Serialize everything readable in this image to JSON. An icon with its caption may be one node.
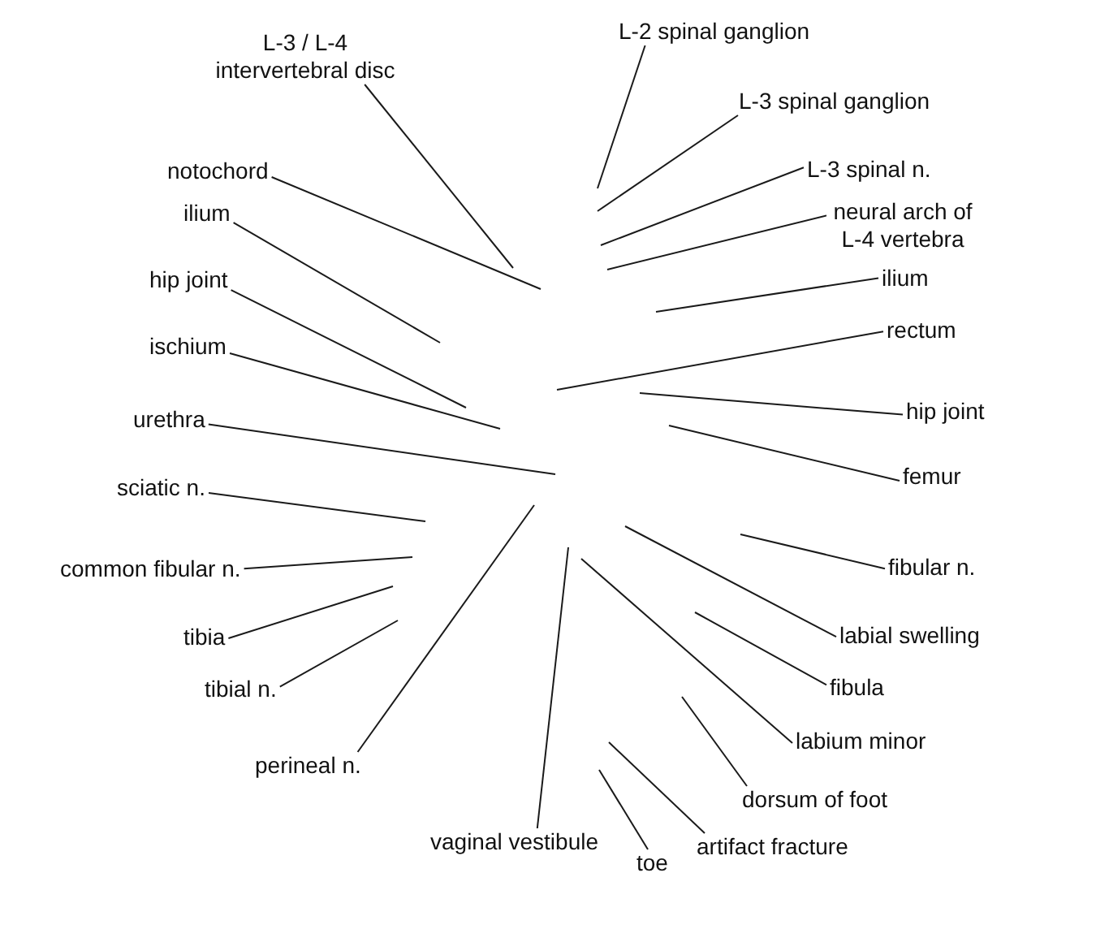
{
  "diagram": {
    "nodes": [
      {
        "text": [
          "L-3 / L-4 intervertebral disc"
        ]
      },
      {
        "text": [
          "notochord"
        ]
      },
      {
        "text": [
          "ilium"
        ]
      },
      {
        "text": [
          "hip joint"
        ]
      },
      {
        "text": [
          "ischium"
        ]
      },
      {
        "text": [
          "urethra"
        ]
      },
      {
        "text": [
          "sciatic n."
        ]
      },
      {
        "text": [
          "common fibular n."
        ]
      },
      {
        "text": [
          "tibia"
        ]
      },
      {
        "text": [
          "tibial n."
        ]
      },
      {
        "text": [
          "perineal n."
        ]
      },
      {
        "text": [
          "vaginal vestibule"
        ]
      },
      {
        "text": [
          "L-2 spinal ganglion"
        ]
      },
      {
        "text": [
          "L-3 spinal ganglion"
        ]
      },
      {
        "text": [
          "L-3 spinal n."
        ]
      },
      {
        "text": [
          "neural arch of L-4 vertebra"
        ]
      },
      {
        "text": [
          "ilium"
        ]
      },
      {
        "text": [
          "rectum"
        ]
      },
      {
        "text": [
          "hip joint"
        ]
      },
      {
        "text": [
          "femur"
        ]
      },
      {
        "text": [
          "fibular n."
        ]
      },
      {
        "text": [
          "labial swelling"
        ]
      },
      {
        "text": [
          "fibula"
        ]
      },
      {
        "text": [
          "labium minor"
        ]
      },
      {
        "text": [
          "dorsum of foot"
        ]
      },
      {
        "text": [
          "artifact fracture"
        ]
      },
      {
        "text": [
          "toe"
        ]
      }
    ],
    "edges": [
      {
        "from": 0,
        "to": null,
        "arrow": "none"
      },
      {
        "from": 1,
        "to": null,
        "arrow": "none"
      },
      {
        "from": 2,
        "to": null,
        "arrow": "none"
      },
      {
        "from": 3,
        "to": null,
        "arrow": "none"
      },
      {
        "from": 4,
        "to": null,
        "arrow": "none"
      },
      {
        "from": 5,
        "to": null,
        "arrow": "none"
      },
      {
        "from": 6,
        "to": null,
        "arrow": "none"
      },
      {
        "from": 7,
        "to": null,
        "arrow": "none"
      },
      {
        "from": 8,
        "to": null,
        "arrow": "none"
      },
      {
        "from": 9,
        "to": null,
        "arrow": "none"
      },
      {
        "from": 10,
        "to": null,
        "arrow": "none"
      },
      {
        "from": 11,
        "to": null,
        "arrow": "none"
      },
      {
        "from": 12,
        "to": null,
        "arrow": "none"
      },
      {
        "from": 13,
        "to": null,
        "arrow": "none"
      },
      {
        "from": 14,
        "to": null,
        "arrow": "none"
      },
      {
        "from": 15,
        "to": null,
        "arrow": "none"
      },
      {
        "from": 16,
        "to": null,
        "arrow": "none"
      },
      {
        "from": 17,
        "to": null,
        "arrow": "none"
      },
      {
        "from": 18,
        "to": null,
        "arrow": "none"
      },
      {
        "from": 19,
        "to": null,
        "arrow": "none"
      },
      {
        "from": 20,
        "to": null,
        "arrow": "none"
      },
      {
        "from": 21,
        "to": null,
        "arrow": "none"
      },
      {
        "from": 22,
        "to": null,
        "arrow": "none"
      },
      {
        "from": 23,
        "to": null,
        "arrow": "none"
      },
      {
        "from": 24,
        "to": null,
        "arrow": "none"
      },
      {
        "from": 25,
        "to": null,
        "arrow": "none"
      },
      {
        "from": 26,
        "to": null,
        "arrow": "none"
      }
    ]
  }
}
